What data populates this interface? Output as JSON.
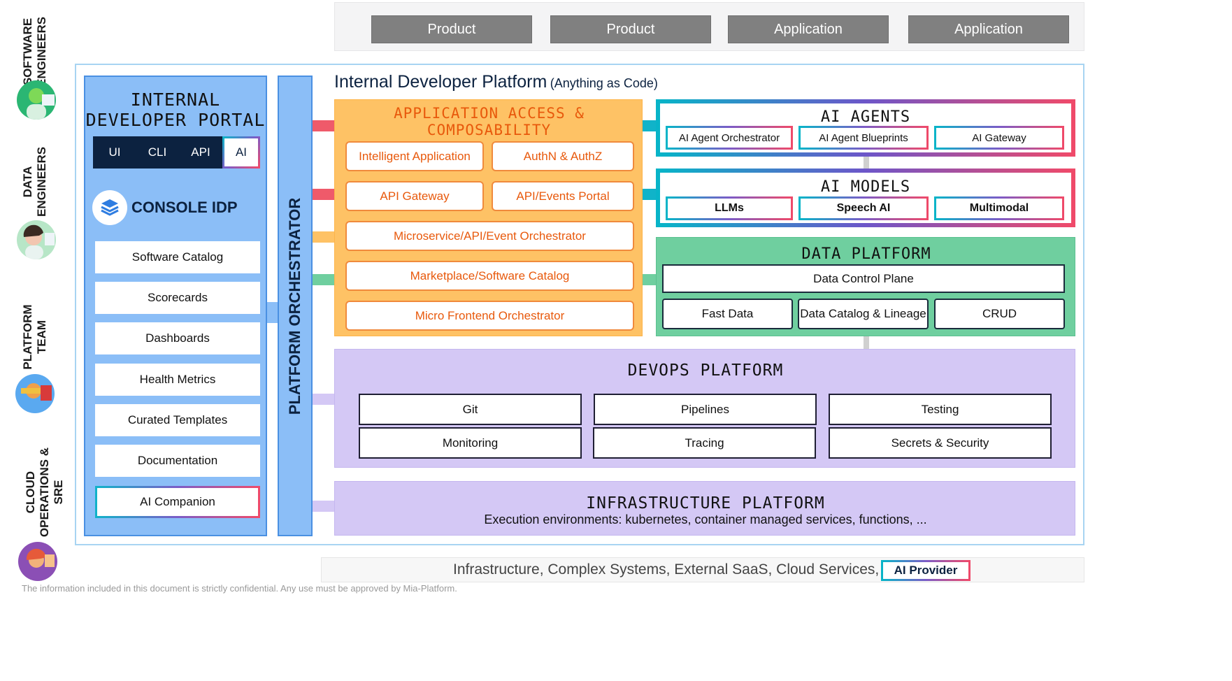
{
  "roles": [
    {
      "label": "SOFTWARE ENGINEERS",
      "avatar": "software-engineer-avatar"
    },
    {
      "label": "DATA ENGINEERS",
      "avatar": "data-engineer-avatar"
    },
    {
      "label": "PLATFORM TEAM",
      "avatar": "platform-team-avatar"
    },
    {
      "label": "CLOUD OPERATIONS & SRE",
      "avatar": "cloud-ops-avatar"
    }
  ],
  "top_apps": [
    "Product",
    "Product",
    "Application",
    "Application"
  ],
  "idp": {
    "title": "Internal Developer Platform",
    "subtitle": "(Anything as Code)"
  },
  "portal": {
    "title_line1": "INTERNAL",
    "title_line2": "DEVELOPER PORTAL",
    "chips": [
      "UI",
      "CLI",
      "API",
      "AI"
    ],
    "brand": "CONSOLE IDP",
    "brand_icon": "layers-icon",
    "items": [
      "Software Catalog",
      "Scorecards",
      "Dashboards",
      "Health Metrics",
      "Curated Templates",
      "Documentation",
      "AI Companion"
    ]
  },
  "orchestrator": {
    "label": "PLATFORM ORCHESTRATOR"
  },
  "app_access": {
    "title": "APPLICATION ACCESS & COMPOSABILITY",
    "items": [
      "Intelligent Application",
      "AuthN & AuthZ",
      "API Gateway",
      "API/Events Portal",
      "Microservice/API/Event Orchestrator",
      "Marketplace/Software Catalog",
      "Micro Frontend Orchestrator"
    ]
  },
  "ai_agents": {
    "title": "AI AGENTS",
    "items": [
      "AI Agent Orchestrator",
      "AI Agent Blueprints",
      "AI Gateway"
    ]
  },
  "ai_models": {
    "title": "AI MODELS",
    "items": [
      "LLMs",
      "Speech AI",
      "Multimodal"
    ]
  },
  "data_platform": {
    "title": "DATA PLATFORM",
    "control": "Data Control Plane",
    "items": [
      "Fast Data",
      "Data Catalog & Lineage",
      "CRUD"
    ]
  },
  "devops": {
    "title": "DEVOPS PLATFORM",
    "items": [
      "Git",
      "Pipelines",
      "Testing",
      "Monitoring",
      "Tracing",
      "Secrets & Security"
    ]
  },
  "infra": {
    "title": "INFRASTRUCTURE PLATFORM",
    "subtitle": "Execution environments: kubernetes, container managed services, functions, ..."
  },
  "bottom": {
    "text": "Infrastructure, Complex Systems, External SaaS, Cloud Services,",
    "ai_provider": "AI Provider"
  },
  "footer": "The information included in this document is strictly confidential. Any use must be approved by Mia-Platform.",
  "colors": {
    "portal": "#8bbef7",
    "app_access": "#fec265",
    "data_platform": "#6fcf9f",
    "devops": "#d4c8f5",
    "navy": "#0c2240"
  }
}
